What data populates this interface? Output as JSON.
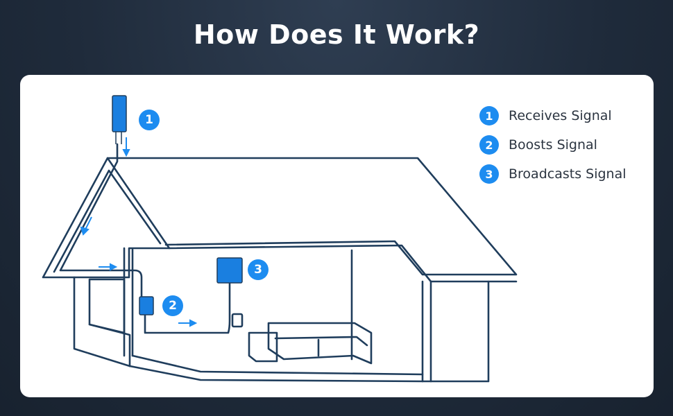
{
  "title": "How Does It Work?",
  "colors": {
    "line": "#1f3d5c",
    "accent": "#1d8cf0",
    "device": "#1a7fe0"
  },
  "legend": [
    {
      "number": "1",
      "label": "Receives Signal"
    },
    {
      "number": "2",
      "label": "Boosts Signal"
    },
    {
      "number": "3",
      "label": "Broadcasts Signal"
    }
  ],
  "markers": {
    "antenna": "1",
    "booster": "2",
    "indoor_antenna": "3"
  }
}
